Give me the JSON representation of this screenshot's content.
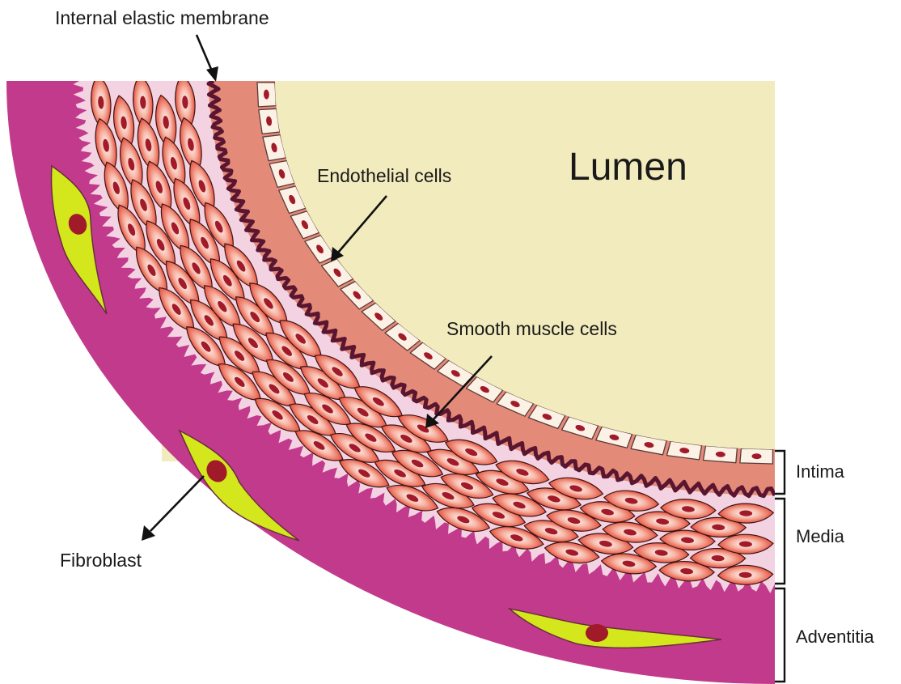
{
  "labels": {
    "internal_elastic_membrane": "Internal elastic membrane",
    "endothelial_cells": "Endothelial cells",
    "lumen": "Lumen",
    "smooth_muscle_cells": "Smooth muscle cells",
    "fibroblast": "Fibroblast"
  },
  "layers": {
    "intima": "Intima",
    "media": "Media",
    "adventitia": "Adventitia"
  },
  "colors": {
    "lumen": "#f2ebbd",
    "adventitia": "#c23a8c",
    "media_matrix": "#f3d3e2",
    "intima": "#e48a78",
    "elastic_membrane": "#5a1630",
    "endothelium": "#fbf1e4",
    "smooth_muscle": "#e5432e",
    "nucleus": "#a01a2a",
    "fibroblast": "#d4e61c"
  }
}
